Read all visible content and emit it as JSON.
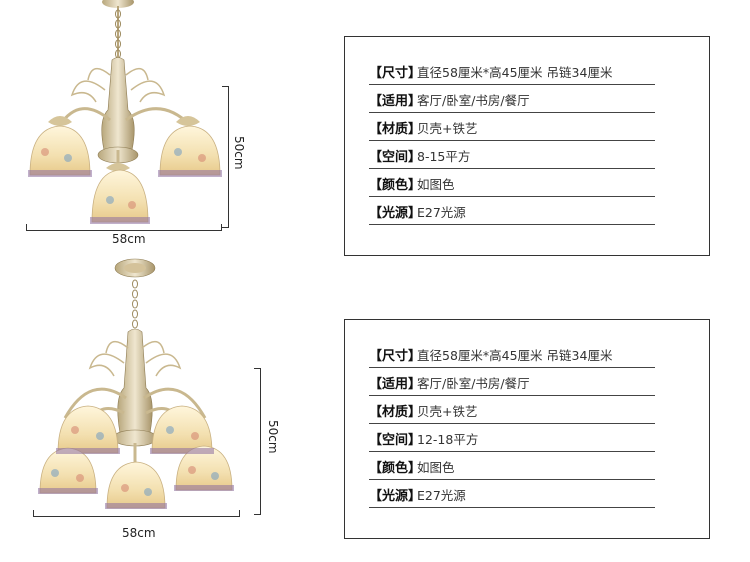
{
  "products": [
    {
      "width_label": "58cm",
      "height_label": "50cm",
      "specs": [
        {
          "key": "【尺寸】",
          "value": "直径58厘米*高45厘米  吊链34厘米"
        },
        {
          "key": "【适用】",
          "value": "客厅/卧室/书房/餐厅"
        },
        {
          "key": "【材质】",
          "value": "贝壳+铁艺"
        },
        {
          "key": "【空间】",
          "value": "8-15平方"
        },
        {
          "key": "【颜色】",
          "value": "如图色"
        },
        {
          "key": "【光源】",
          "value": "E27光源"
        }
      ]
    },
    {
      "width_label": "58cm",
      "height_label": "50cm",
      "specs": [
        {
          "key": "【尺寸】",
          "value": "直径58厘米*高45厘米  吊链34厘米"
        },
        {
          "key": "【适用】",
          "value": "客厅/卧室/书房/餐厅"
        },
        {
          "key": "【材质】",
          "value": "贝壳+铁艺"
        },
        {
          "key": "【空间】",
          "value": "12-18平方"
        },
        {
          "key": "【颜色】",
          "value": "如图色"
        },
        {
          "key": "【光源】",
          "value": "E27光源"
        }
      ]
    }
  ]
}
